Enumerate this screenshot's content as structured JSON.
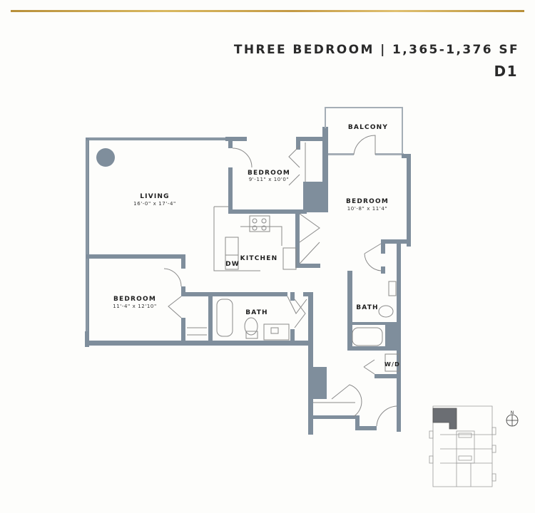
{
  "header": {
    "title": "THREE BEDROOM | 1,365-1,376 SF",
    "unit_code": "D1"
  },
  "colors": {
    "wall": "#7f8e9c",
    "accent_gold": "#c9a44f",
    "keyplan_highlight": "#6b6e73"
  },
  "rooms": [
    {
      "name": "LIVING",
      "dimensions": "16'-0\" x 17'-4\""
    },
    {
      "name": "BEDROOM",
      "dimensions": "9'-11\" x 10'0\""
    },
    {
      "name": "BEDROOM",
      "dimensions": "10'-8\" x 11'4\""
    },
    {
      "name": "BEDROOM",
      "dimensions": "11'-4\" x 12'10\""
    },
    {
      "name": "BALCONY",
      "dimensions": ""
    },
    {
      "name": "KITCHEN",
      "dimensions": ""
    },
    {
      "name": "BATH",
      "dimensions": ""
    },
    {
      "name": "BATH",
      "dimensions": ""
    }
  ],
  "fixtures": {
    "dishwasher": "DW",
    "washer_dryer": "W/D"
  },
  "key_plan": {
    "compass_label": "N"
  }
}
